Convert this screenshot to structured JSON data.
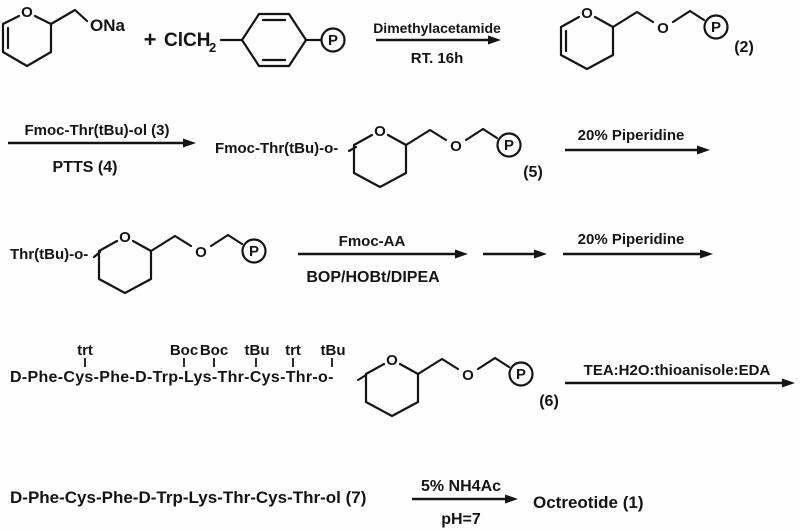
{
  "atoms": {
    "oxygen": "O",
    "polymer": "P",
    "sodium_alkoxide": "ONa"
  },
  "step1": {
    "plus": "+",
    "benzyl_chloride_prefix": "ClCH",
    "benzyl_chloride_subscript": "2",
    "reagent_line1": "Dimethylacetamide",
    "reagent_line2": "RT. 16h",
    "product_number": "(2)"
  },
  "step2": {
    "reagent_line1": "Fmoc-Thr(tBu)-ol (3)",
    "reagent_line2": "PTTS (4)",
    "product_prefix": "Fmoc-Thr(tBu)-o-",
    "product_number": "(5)",
    "deprotection_reagent": "20% Piperidine"
  },
  "step3": {
    "reactant_prefix": "Thr(tBu)-o-",
    "coupling_line1": "Fmoc-AA",
    "coupling_line2": "BOP/HOBt/DIPEA",
    "deprotection_reagent": "20% Piperidine"
  },
  "step4": {
    "protecting_groups": [
      "trt",
      "Boc",
      "Boc",
      "tBu",
      "trt",
      "tBu"
    ],
    "peptide_chain": "D-Phe-Cys-Phe-D-Trp-Lys-Thr-Cys-Thr-o-",
    "product_number": "(6)",
    "cleavage_reagent": "TEA:H2O:thioanisole:EDA"
  },
  "step5": {
    "peptide": "D-Phe-Cys-Phe-D-Trp-Lys-Thr-Cys-Thr-ol (7)",
    "reagent_line1": "5% NH4Ac",
    "reagent_line2": "pH=7",
    "product_name": "Octreotide (1)"
  }
}
